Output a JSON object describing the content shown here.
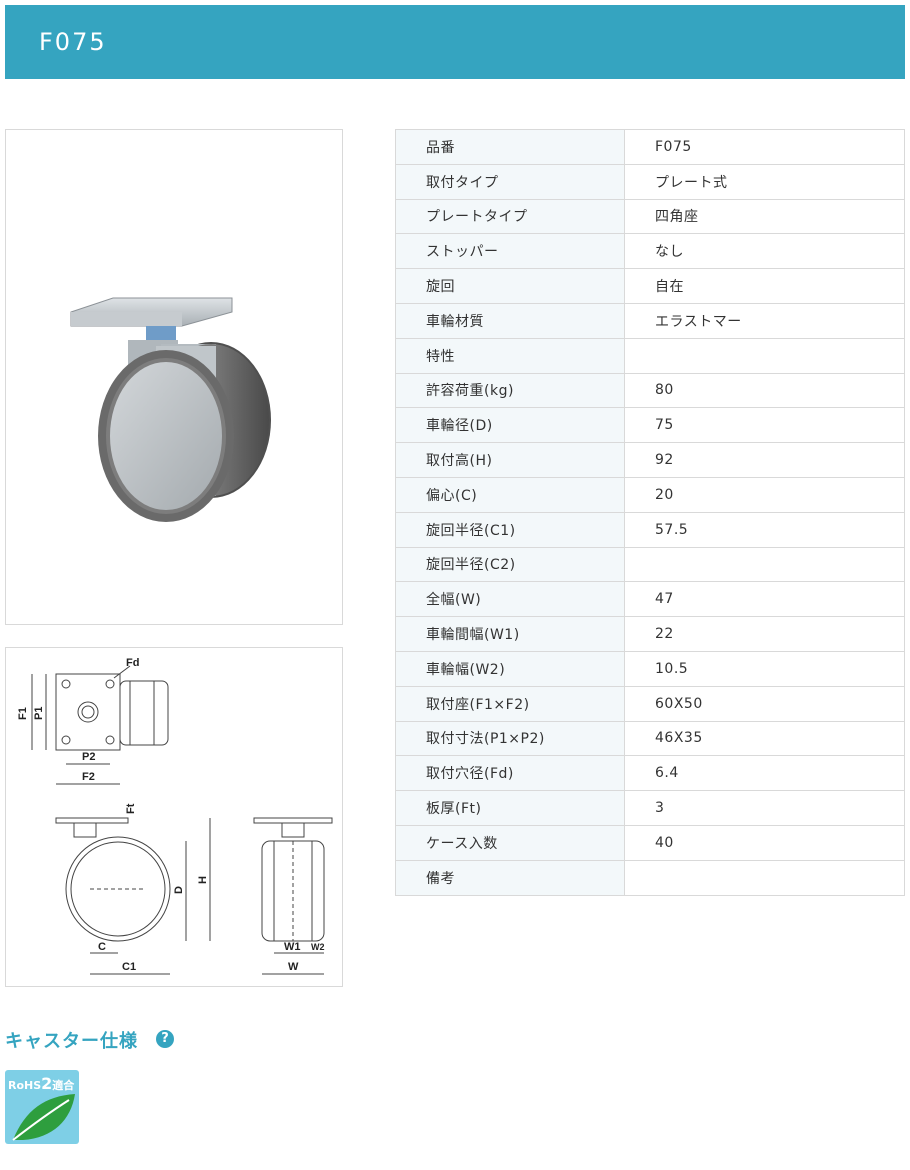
{
  "header": {
    "title": "F075"
  },
  "specs": [
    {
      "label": "品番",
      "value": "F075"
    },
    {
      "label": "取付タイプ",
      "value": "プレート式"
    },
    {
      "label": "プレートタイプ",
      "value": "四角座"
    },
    {
      "label": "ストッパー",
      "value": "なし"
    },
    {
      "label": "旋回",
      "value": "自在"
    },
    {
      "label": "車輪材質",
      "value": "エラストマー"
    },
    {
      "label": "特性",
      "value": ""
    },
    {
      "label": "許容荷重(kg)",
      "value": "80"
    },
    {
      "label": "車輪径(D)",
      "value": "75"
    },
    {
      "label": "取付高(H)",
      "value": "92"
    },
    {
      "label": "偏心(C)",
      "value": "20"
    },
    {
      "label": "旋回半径(C1)",
      "value": "57.5"
    },
    {
      "label": "旋回半径(C2)",
      "value": ""
    },
    {
      "label": "全幅(W)",
      "value": "47"
    },
    {
      "label": "車輪間幅(W1)",
      "value": "22"
    },
    {
      "label": "車輪幅(W2)",
      "value": "10.5"
    },
    {
      "label": "取付座(F1×F2)",
      "value": "60X50"
    },
    {
      "label": "取付寸法(P1×P2)",
      "value": "46X35"
    },
    {
      "label": "取付穴径(Fd)",
      "value": "6.4"
    },
    {
      "label": "板厚(Ft)",
      "value": "3"
    },
    {
      "label": "ケース入数",
      "value": "40"
    },
    {
      "label": "備考",
      "value": ""
    }
  ],
  "diagram": {
    "fd": "Fd",
    "f1": "F1",
    "p1": "P1",
    "p2": "P2",
    "f2": "F2",
    "ft": "Ft",
    "d": "D",
    "h": "H",
    "c": "C",
    "c1": "C1",
    "w1": "W1",
    "w2": "W2",
    "w": "W"
  },
  "section": {
    "title": "キャスター仕様",
    "help_icon": "question-circle-icon"
  },
  "badge": {
    "line": "RoHS",
    "number": "2",
    "suffix": "適合"
  },
  "colors": {
    "accent": "#35a4c0",
    "label_bg": "#f3f8fa",
    "border": "#d9d9d9"
  }
}
